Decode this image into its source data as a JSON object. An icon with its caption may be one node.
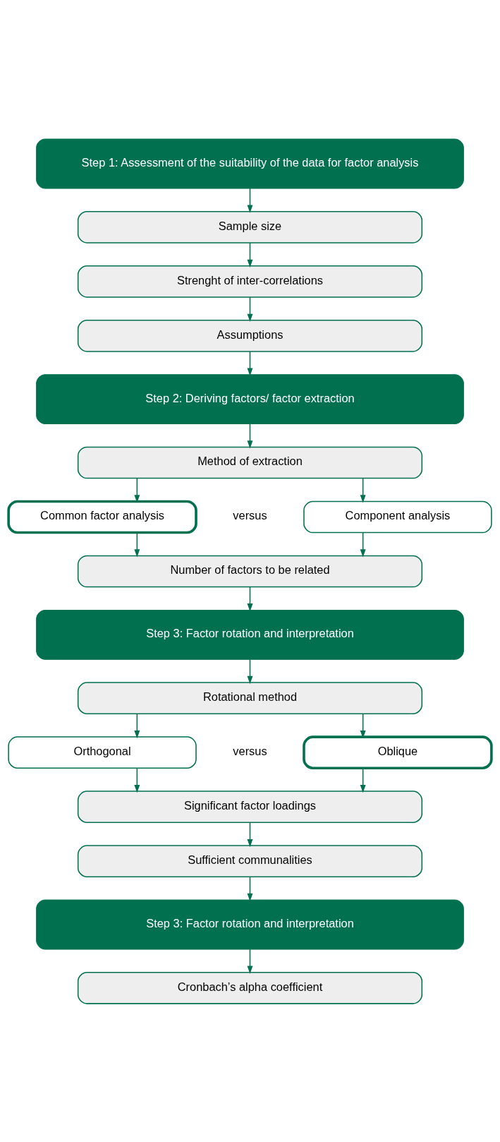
{
  "diagram": {
    "nodes": [
      {
        "text": [
          "Step 1: Assessment of the suitability of the data for factor analysis"
        ]
      },
      {
        "text": [
          "Sample size"
        ]
      },
      {
        "text": [
          "Strenght of inter-correlations"
        ]
      },
      {
        "text": [
          "Assumptions"
        ]
      },
      {
        "text": [
          "Step 2: Deriving factors/ factor extraction"
        ]
      },
      {
        "text": [
          "Method of extraction"
        ]
      },
      {
        "text": [
          "Common factor analysis"
        ]
      },
      {
        "text": [
          "Component analysis"
        ]
      },
      {
        "text": [
          "Number of factors to be related"
        ]
      },
      {
        "text": [
          "Step 3: Factor rotation and interpretation"
        ]
      },
      {
        "text": [
          "Rotational method"
        ]
      },
      {
        "text": [
          "Orthogonal"
        ]
      },
      {
        "text": [
          "Oblique"
        ]
      },
      {
        "text": [
          "Significant factor loadings"
        ]
      },
      {
        "text": [
          "Sufficient communalities"
        ]
      },
      {
        "text": [
          "Step 3: Factor rotation and interpretation"
        ]
      },
      {
        "text": [
          "Cronbach’s alpha coefficient"
        ]
      }
    ],
    "edges": [
      {
        "from": 0,
        "to": 1,
        "arrow": "to"
      },
      {
        "from": 1,
        "to": 2,
        "arrow": "to"
      },
      {
        "from": 2,
        "to": 3,
        "arrow": "to"
      },
      {
        "from": 3,
        "to": 4,
        "arrow": "to"
      },
      {
        "from": 4,
        "to": 5,
        "arrow": "to"
      },
      {
        "from": 5,
        "to": 6,
        "arrow": "to"
      },
      {
        "from": 5,
        "to": 7,
        "arrow": "to"
      },
      {
        "from": 6,
        "to": 8,
        "arrow": "to"
      },
      {
        "from": 7,
        "to": 8,
        "arrow": "to"
      },
      {
        "from": 8,
        "to": 9,
        "arrow": "to"
      },
      {
        "from": 9,
        "to": 10,
        "arrow": "to"
      },
      {
        "from": 10,
        "to": 11,
        "arrow": "to"
      },
      {
        "from": 10,
        "to": 12,
        "arrow": "to"
      },
      {
        "from": 11,
        "to": 13,
        "arrow": "to"
      },
      {
        "from": 12,
        "to": 13,
        "arrow": "to"
      },
      {
        "from": 13,
        "to": 14,
        "arrow": "to"
      },
      {
        "from": 14,
        "to": 15,
        "arrow": "to"
      },
      {
        "from": 15,
        "to": 16,
        "arrow": "to"
      }
    ],
    "labels": [
      "versus",
      "versus"
    ]
  }
}
